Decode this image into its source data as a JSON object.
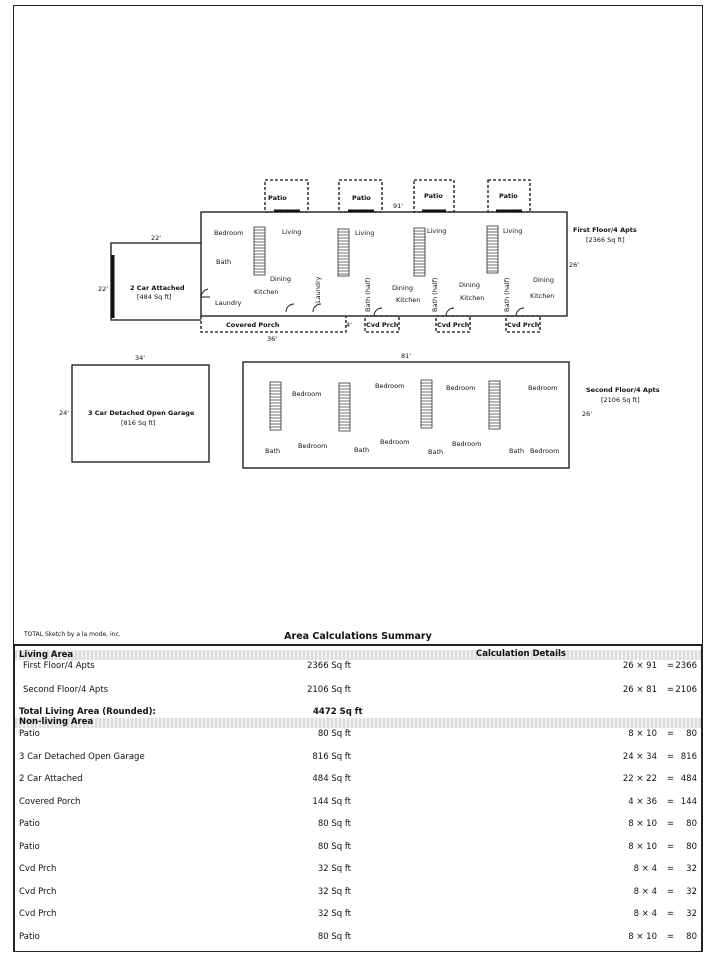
{
  "sketch": {
    "floors": [
      {
        "name": "First Floor/4 Apts",
        "area": "[2366 Sq ft]"
      },
      {
        "name": "Second Floor/4 Apts",
        "area": "[2106 Sq ft]"
      }
    ],
    "garage_attached": {
      "name": "2 Car Attached",
      "area": "[484 Sq ft]"
    },
    "garage_detached": {
      "name": "3 Car Detached Open Garage",
      "area": "[816 Sq ft]"
    },
    "dimensions": {
      "d91": "91'",
      "d26": "26'",
      "d22": "22'",
      "d36": "36'",
      "d4": "4'",
      "d34": "34'",
      "d24": "24'",
      "d81": "81'"
    },
    "labels": {
      "patio": "Patio",
      "bedroom": "Bedroom",
      "living": "Living",
      "bath": "Bath",
      "dining": "Dining",
      "kitchen": "Kitchen",
      "laundry": "Laundry",
      "bath_half": "Bath (half)",
      "covered_porch": "Covered Porch",
      "cvd_prch": "Cvd Prch"
    }
  },
  "footer": {
    "brand": "TOTAL Sketch by a la mode, inc.",
    "summary_title": "Area Calculations Summary"
  },
  "summary": {
    "living_header": "Living Area",
    "calc_header": "Calculation Details",
    "living_rows": [
      {
        "label": "First Floor/4 Apts",
        "area": "2366 Sq ft",
        "calc": "26 × 91",
        "result": "2366"
      },
      {
        "label": "Second Floor/4 Apts",
        "area": "2106 Sq ft",
        "calc": "26 × 81",
        "result": "2106"
      }
    ],
    "total_label": "Total Living Area (Rounded):",
    "total_value": "4472 Sq ft",
    "nonliving_header": "Non-living Area",
    "nonliving_rows": [
      {
        "label": "Patio",
        "area": "80 Sq ft",
        "calc": "8 × 10",
        "result": "80"
      },
      {
        "label": "3 Car Detached Open Garage",
        "area": "816 Sq ft",
        "calc": "24 × 34",
        "result": "816"
      },
      {
        "label": "2 Car Attached",
        "area": "484 Sq ft",
        "calc": "22 × 22",
        "result": "484"
      },
      {
        "label": "Covered Porch",
        "area": "144 Sq ft",
        "calc": "4 × 36",
        "result": "144"
      },
      {
        "label": "Patio",
        "area": "80 Sq ft",
        "calc": "8 × 10",
        "result": "80"
      },
      {
        "label": "Patio",
        "area": "80 Sq ft",
        "calc": "8 × 10",
        "result": "80"
      },
      {
        "label": "Cvd Prch",
        "area": "32 Sq ft",
        "calc": "8 × 4",
        "result": "32"
      },
      {
        "label": "Cvd Prch",
        "area": "32 Sq ft",
        "calc": "8 × 4",
        "result": "32"
      },
      {
        "label": "Cvd Prch",
        "area": "32 Sq ft",
        "calc": "8 × 4",
        "result": "32"
      },
      {
        "label": "Patio",
        "area": "80 Sq ft",
        "calc": "8 × 10",
        "result": "80"
      }
    ]
  }
}
